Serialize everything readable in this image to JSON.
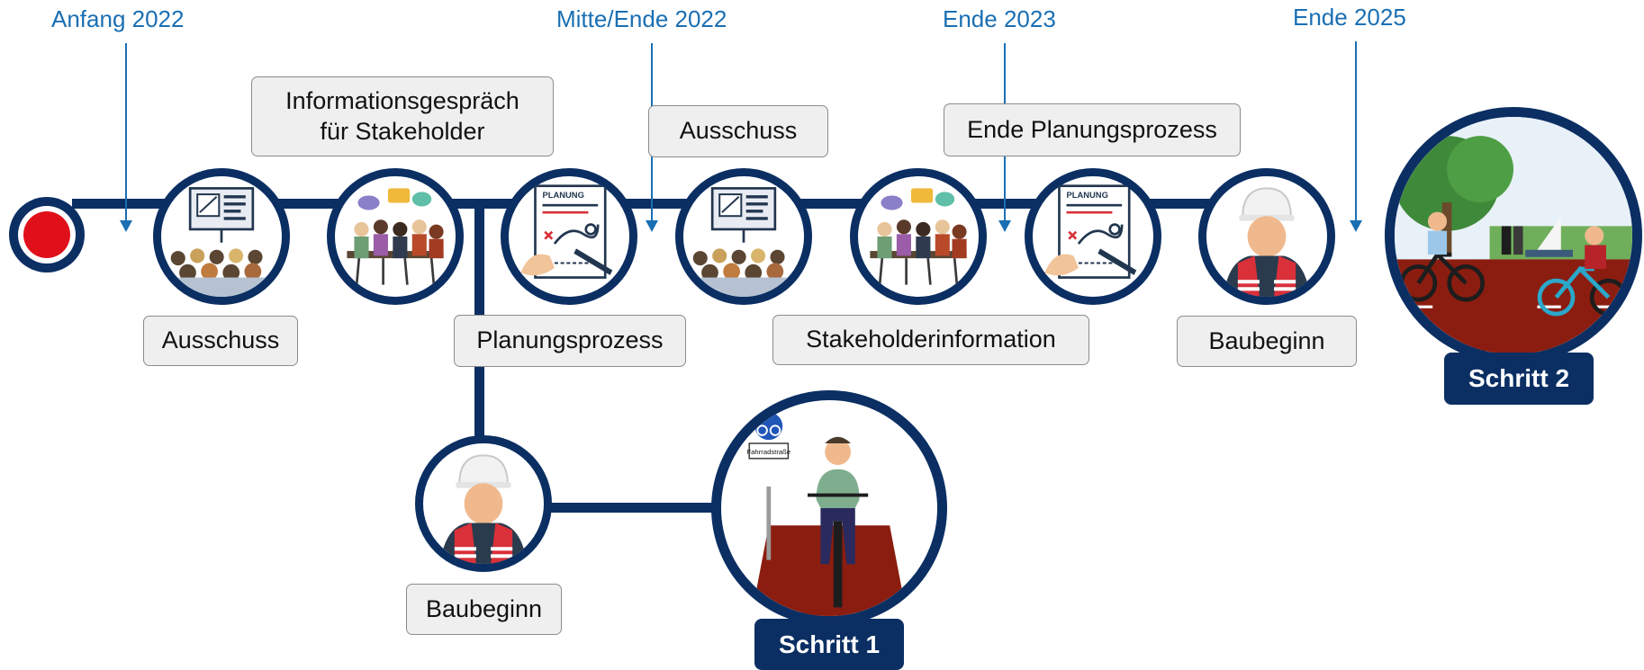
{
  "dates": {
    "d1": "Anfang 2022",
    "d2": "Mitte/Ende 2022",
    "d3": "Ende 2023",
    "d4": "Ende 2025"
  },
  "labels": {
    "ausschuss_1": "Ausschuss",
    "info_gespraech": "Informationsgespräch für Stakeholder",
    "planungsprozess": "Planungsprozess",
    "ausschuss_2": "Ausschuss",
    "stakeholderinformation": "Stakeholderinformation",
    "ende_planung": "Ende Planungsprozess",
    "baubeginn_main": "Baubeginn",
    "baubeginn_branch": "Baubeginn"
  },
  "steps": {
    "schritt1": "Schritt 1",
    "schritt2": "Schritt 2"
  },
  "illustrations": {
    "planung_doc": "PLANUNG",
    "sign_text": "Fahrradstraße"
  },
  "colors": {
    "navy": "#0b2f63",
    "date_blue": "#1a6fb3",
    "start_red": "#e0101a",
    "label_bg": "#efefef",
    "bike_lane": "#8b1d10"
  },
  "icons": {
    "start": "start-marker-icon",
    "committee": "presentation-audience-icon",
    "meeting": "meeting-discussion-icon",
    "planning": "planning-document-icon",
    "construction": "construction-worker-icon",
    "cyclist": "cyclist-bike-street-icon",
    "park": "cyclists-park-icon"
  }
}
